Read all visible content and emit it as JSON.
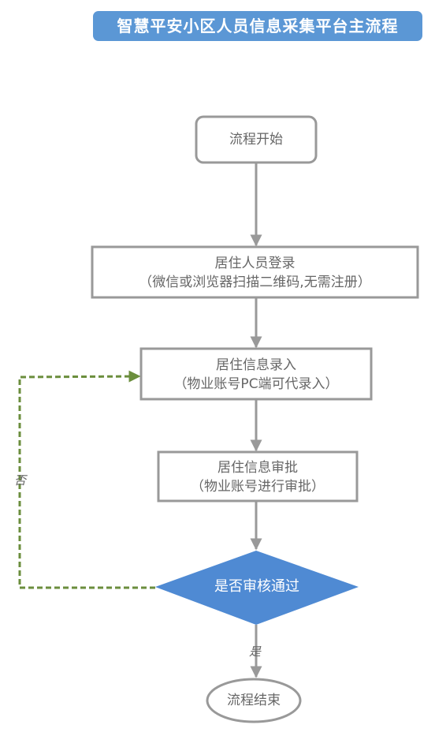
{
  "title": "智慧平安小区人员信息采集平台主流程",
  "colors": {
    "title_bg": "#5b97d5",
    "node_border": "#999999",
    "decision_fill": "#4f8ad3",
    "loop_edge": "#6b8e3d",
    "text": "#666666"
  },
  "nodes": {
    "start": "流程开始",
    "login": {
      "line1": "居住人员登录",
      "line2": "（微信或浏览器扫描二维码,无需注册）"
    },
    "entry": {
      "line1": "居住信息录入",
      "line2": "（物业账号PC端可代录入）"
    },
    "review": {
      "line1": "居住信息审批",
      "line2": "（物业账号进行审批）"
    },
    "decision": "是否审核通过",
    "end": "流程结束"
  },
  "edge_labels": {
    "no": "否",
    "yes": "是"
  }
}
